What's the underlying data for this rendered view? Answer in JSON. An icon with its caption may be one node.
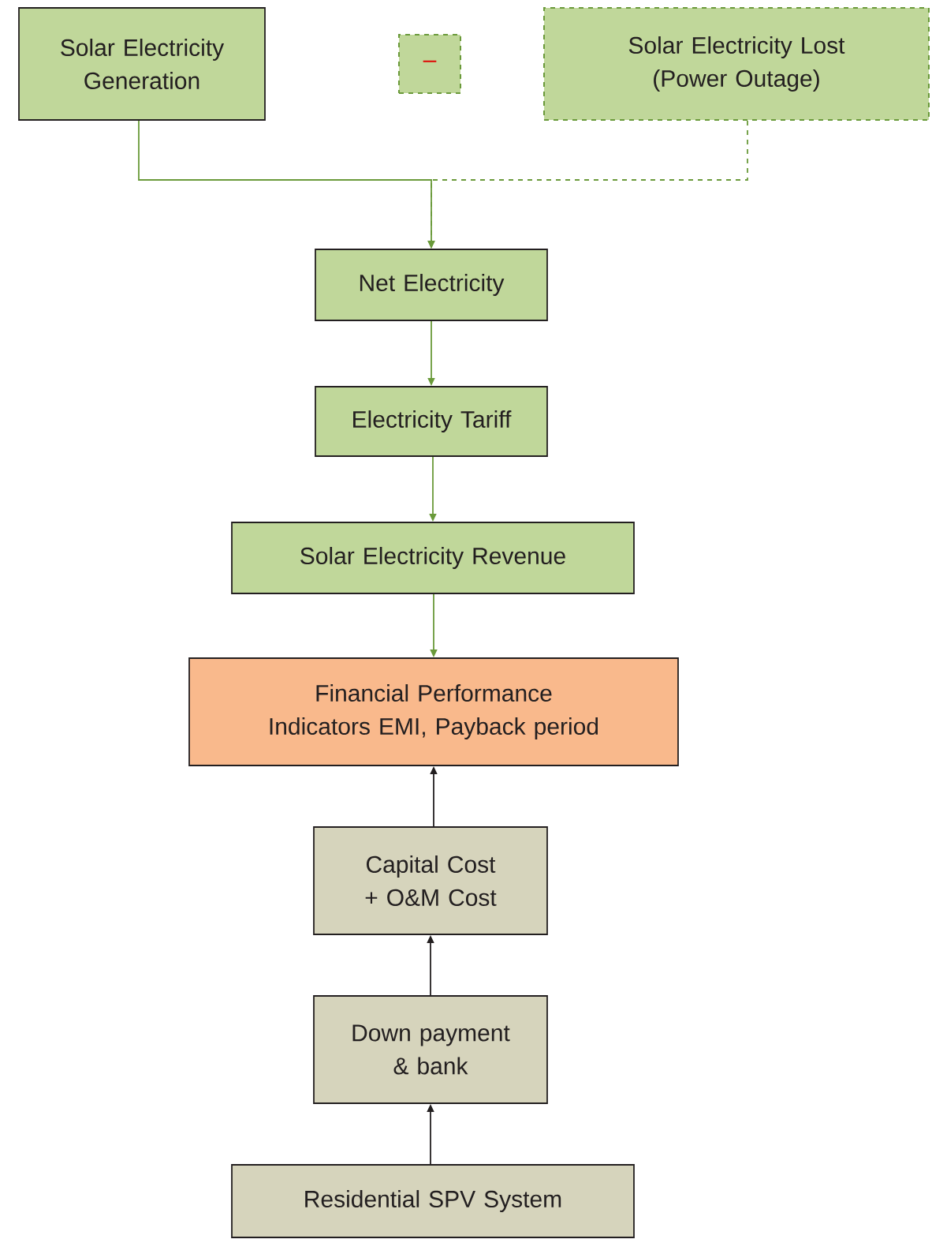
{
  "diagram": {
    "nodes": [
      {
        "text": [
          "Solar Electricity Generation"
        ]
      },
      {
        "text": [
          "–"
        ]
      },
      {
        "text": [
          "Solar Electricity Lost (Power Outage)"
        ]
      },
      {
        "text": [
          "Net Electricity"
        ]
      },
      {
        "text": [
          "Electricity Tariff"
        ]
      },
      {
        "text": [
          "Solar Electricity Revenue"
        ]
      },
      {
        "text": [
          "Financial Performance Indicators EMI, Payback period"
        ]
      },
      {
        "text": [
          "Capital Cost + O&M Cost"
        ]
      },
      {
        "text": [
          "Down payment & bank"
        ]
      },
      {
        "text": [
          "Residential SPV System"
        ]
      }
    ],
    "edges": [
      {
        "from": 0,
        "to": 3,
        "arrow": "to"
      },
      {
        "from": 2,
        "to": 3,
        "arrow": "to",
        "style": "dashed"
      },
      {
        "from": 3,
        "to": 4,
        "arrow": "to"
      },
      {
        "from": 4,
        "to": 5,
        "arrow": "to"
      },
      {
        "from": 5,
        "to": 6,
        "arrow": "to"
      },
      {
        "from": 7,
        "to": 6,
        "arrow": "to",
        "color": "#231f20"
      },
      {
        "from": 8,
        "to": 7,
        "arrow": "to",
        "color": "#231f20"
      },
      {
        "from": 9,
        "to": 8,
        "arrow": "to",
        "color": "#231f20"
      }
    ]
  }
}
